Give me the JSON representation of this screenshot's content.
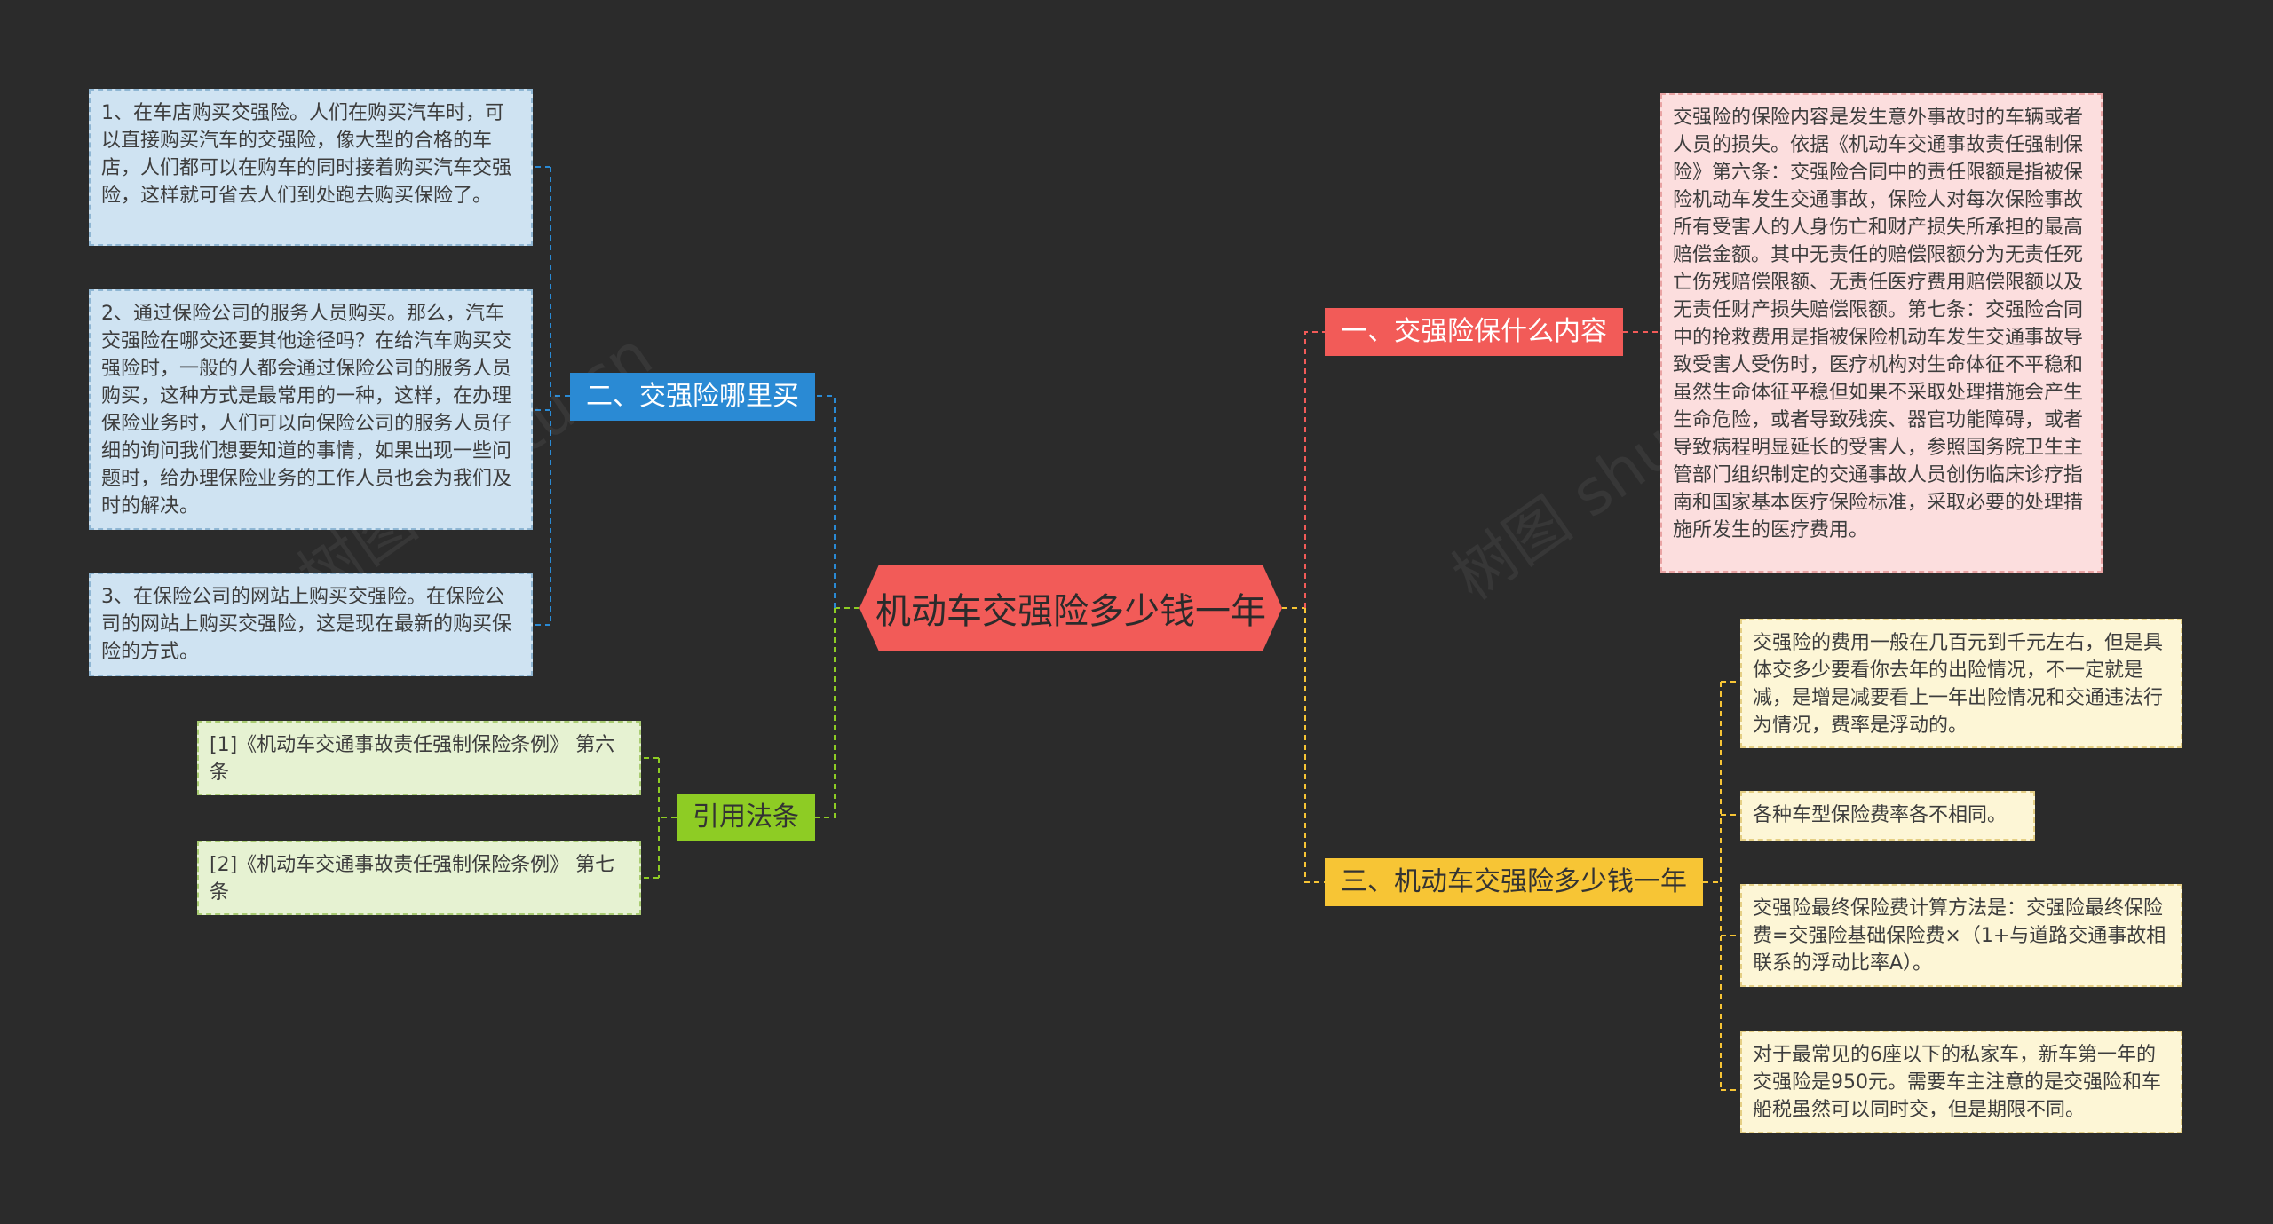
{
  "root": {
    "label": "机动车交强险多少钱一年"
  },
  "branches": {
    "where_to_buy": {
      "label": "二、交强险哪里买",
      "color": "#2a8ad4",
      "items": [
        "1、在车店购买交强险。人们在购买汽车时，可以直接购买汽车的交强险，像大型的合格的车店，人们都可以在购车的同时接着购买汽车交强险，这样就可省去人们到处跑去购买保险了。",
        "2、通过保险公司的服务人员购买。那么，汽车交强险在哪交还要其他途径吗？在给汽车购买交强险时，一般的人都会通过保险公司的服务人员购买，这种方式是最常用的一种，这样，在办理保险业务时，人们可以向保险公司的服务人员仔细的询问我们想要知道的事情，如果出现一些问题时，给办理保险业务的工作人员也会为我们及时的解决。",
        "3、在保险公司的网站上购买交强险。在保险公司的网站上购买交强险，这是现在最新的购买保险的方式。"
      ]
    },
    "citations": {
      "label": "引用法条",
      "color": "#8ecc24",
      "items": [
        "[1]《机动车交通事故责任强制保险条例》 第六条",
        "[2]《机动车交通事故责任强制保险条例》 第七条"
      ]
    },
    "coverage": {
      "label": "一、交强险保什么内容",
      "color": "#f25b58",
      "items": [
        "交强险的保险内容是发生意外事故时的车辆或者人员的损失。依据《机动车交通事故责任强制保险》第六条：交强险合同中的责任限额是指被保险机动车发生交通事故，保险人对每次保险事故所有受害人的人身伤亡和财产损失所承担的最高赔偿金额。其中无责任的赔偿限额分为无责任死亡伤残赔偿限额、无责任医疗费用赔偿限额以及无责任财产损失赔偿限额。第七条：交强险合同中的抢救费用是指被保险机动车发生交通事故导致受害人受伤时，医疗机构对生命体征不平稳和虽然生命体征平稳但如果不采取处理措施会产生生命危险，或者导致残疾、器官功能障碍，或者导致病程明显延长的受害人，参照国务院卫生主管部门组织制定的交通事故人员创伤临床诊疗指南和国家基本医疗保险标准，采取必要的处理措施所发生的医疗费用。"
      ]
    },
    "cost": {
      "label": "三、机动车交强险多少钱一年",
      "color": "#f7c535",
      "items": [
        "交强险的费用一般在几百元到千元左右，但是具体交多少要看你去年的出险情况，不一定就是减，是增是减要看上一年出险情况和交通违法行为情况，费率是浮动的。",
        "各种车型保险费率各不相同。",
        "交强险最终保险费计算方法是：交强险最终保险费=交强险基础保险费×（1+与道路交通事故相联系的浮动比率A）。",
        "对于最常见的6座以下的私家车，新车第一年的交强险是950元。需要车主注意的是交强险和车船税虽然可以同时交，但是期限不同。"
      ]
    }
  },
  "watermarks": [
    "树图 shutu.cn",
    "树图 shutu.cn"
  ]
}
